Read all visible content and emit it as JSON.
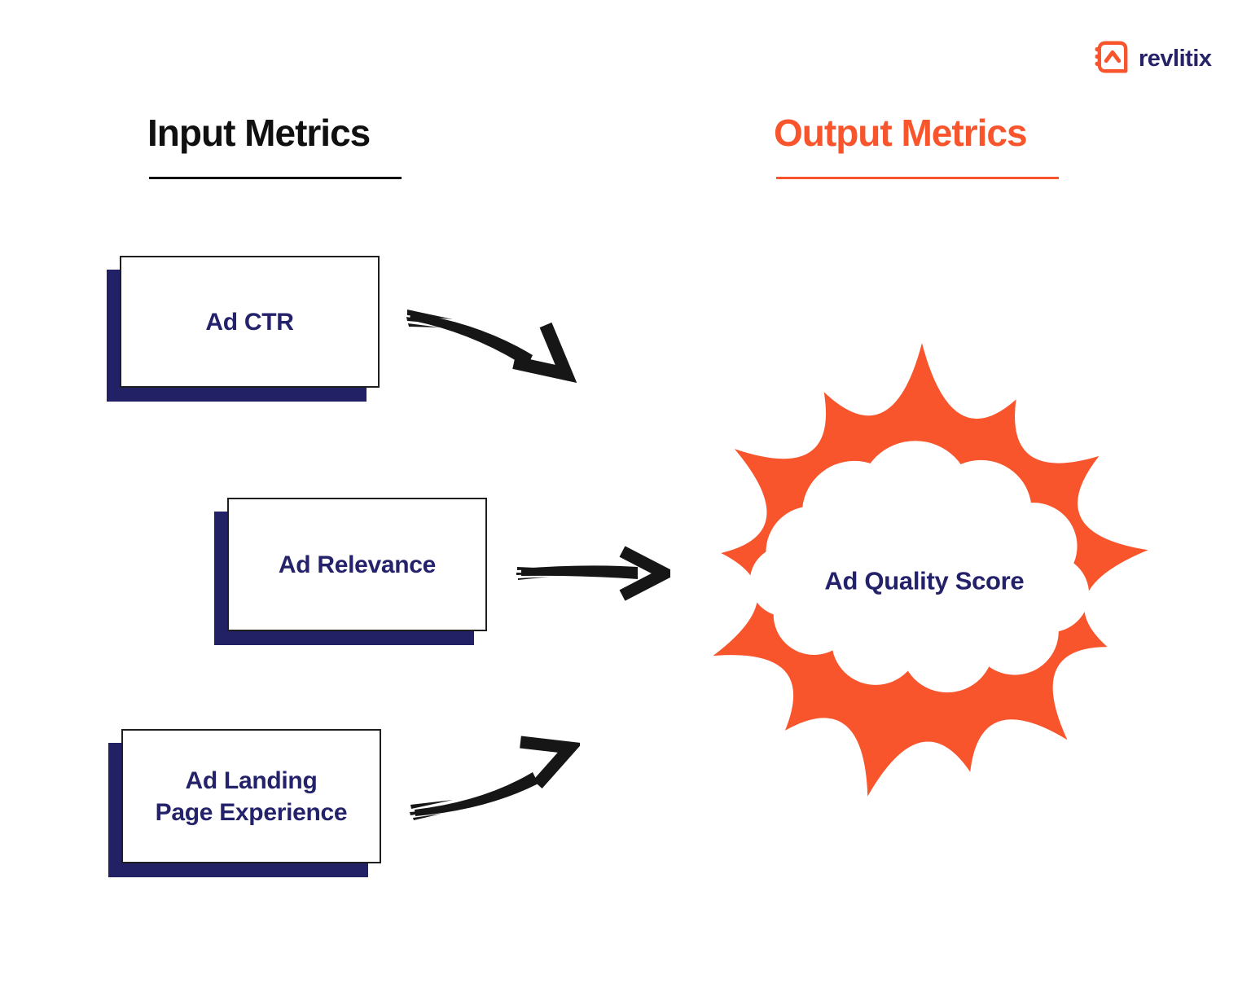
{
  "logo": {
    "brand": "revlitix",
    "icon": "notebook-arrow-icon"
  },
  "columns": {
    "input": {
      "title": "Input Metrics"
    },
    "output": {
      "title": "Output Metrics"
    }
  },
  "input_metrics": [
    {
      "label": "Ad CTR"
    },
    {
      "label": "Ad Relevance"
    },
    {
      "label": "Ad Landing\nPage Experience"
    }
  ],
  "output_metric": {
    "label": "Ad Quality Score"
  },
  "connectors": {
    "style": "black-brush-arrow",
    "count": 3
  },
  "colors": {
    "accent_orange": "#F8552D",
    "navy": "#24226A",
    "ink": "#101010",
    "background": "#FFFFFF"
  }
}
